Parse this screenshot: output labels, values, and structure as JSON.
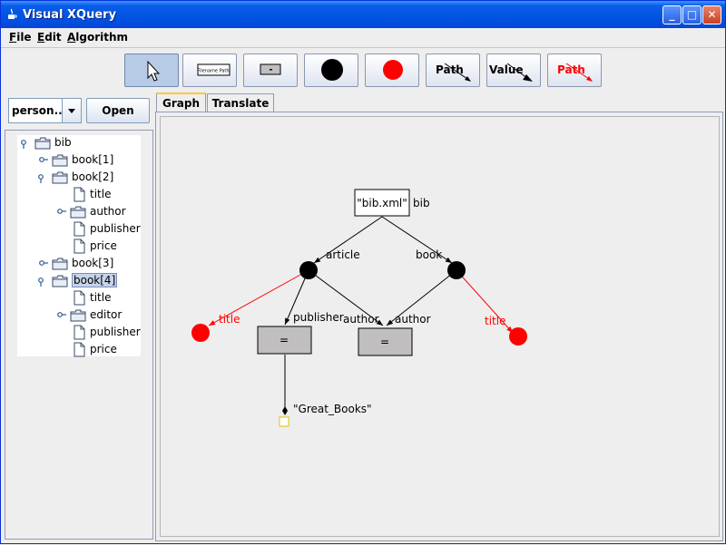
{
  "window": {
    "title": "Visual XQuery"
  },
  "menu": [
    {
      "label": "File",
      "mnemonic": "F"
    },
    {
      "label": "Edit",
      "mnemonic": "E"
    },
    {
      "label": "Algorithm",
      "mnemonic": "A"
    }
  ],
  "toolbar": {
    "tools": [
      {
        "name": "pointer-tool",
        "label": ""
      },
      {
        "name": "filename-path-tool",
        "label": "Filename Path"
      },
      {
        "name": "value-box-tool",
        "label": ""
      },
      {
        "name": "black-node-tool",
        "label": ""
      },
      {
        "name": "red-node-tool",
        "label": ""
      },
      {
        "name": "path-edge-tool",
        "label": "Path"
      },
      {
        "name": "value-edge-tool",
        "label": "Value"
      },
      {
        "name": "red-path-edge-tool",
        "label": "Path"
      }
    ]
  },
  "file_combo": {
    "value": "person...."
  },
  "open_button": {
    "label": "Open"
  },
  "tree": [
    {
      "label": "bib",
      "type": "folder",
      "level": 0,
      "expanded": true
    },
    {
      "label": "book[1]",
      "type": "folder",
      "level": 1,
      "expanded": false
    },
    {
      "label": "book[2]",
      "type": "folder",
      "level": 1,
      "expanded": true
    },
    {
      "label": "title",
      "type": "file",
      "level": 2
    },
    {
      "label": "author",
      "type": "folder",
      "level": 2,
      "expanded": false
    },
    {
      "label": "publisher",
      "type": "file",
      "level": 2
    },
    {
      "label": "price",
      "type": "file",
      "level": 2
    },
    {
      "label": "book[3]",
      "type": "folder",
      "level": 1,
      "expanded": false
    },
    {
      "label": "book[4]",
      "type": "folder",
      "level": 1,
      "expanded": true,
      "selected": true
    },
    {
      "label": "title",
      "type": "file",
      "level": 2
    },
    {
      "label": "editor",
      "type": "folder",
      "level": 2,
      "expanded": false
    },
    {
      "label": "publisher",
      "type": "file",
      "level": 2
    },
    {
      "label": "price",
      "type": "file",
      "level": 2
    }
  ],
  "tabs": [
    {
      "label": "Graph",
      "active": true
    },
    {
      "label": "Translate",
      "active": false
    }
  ],
  "graph": {
    "source_box": "\"bib.xml\"",
    "source_var": "bib",
    "edges": {
      "article": "article",
      "book": "book",
      "title_left": "title",
      "publisher": "publisher",
      "author_left": "author",
      "author_right": "author",
      "title_right": "title"
    },
    "eq_left": "=",
    "eq_right": "=",
    "constant": "\"Great_Books\"",
    "colors": {
      "black": "#000000",
      "red": "#ff0000",
      "box": "#c0bebe",
      "const_square": "#e0c000"
    }
  }
}
